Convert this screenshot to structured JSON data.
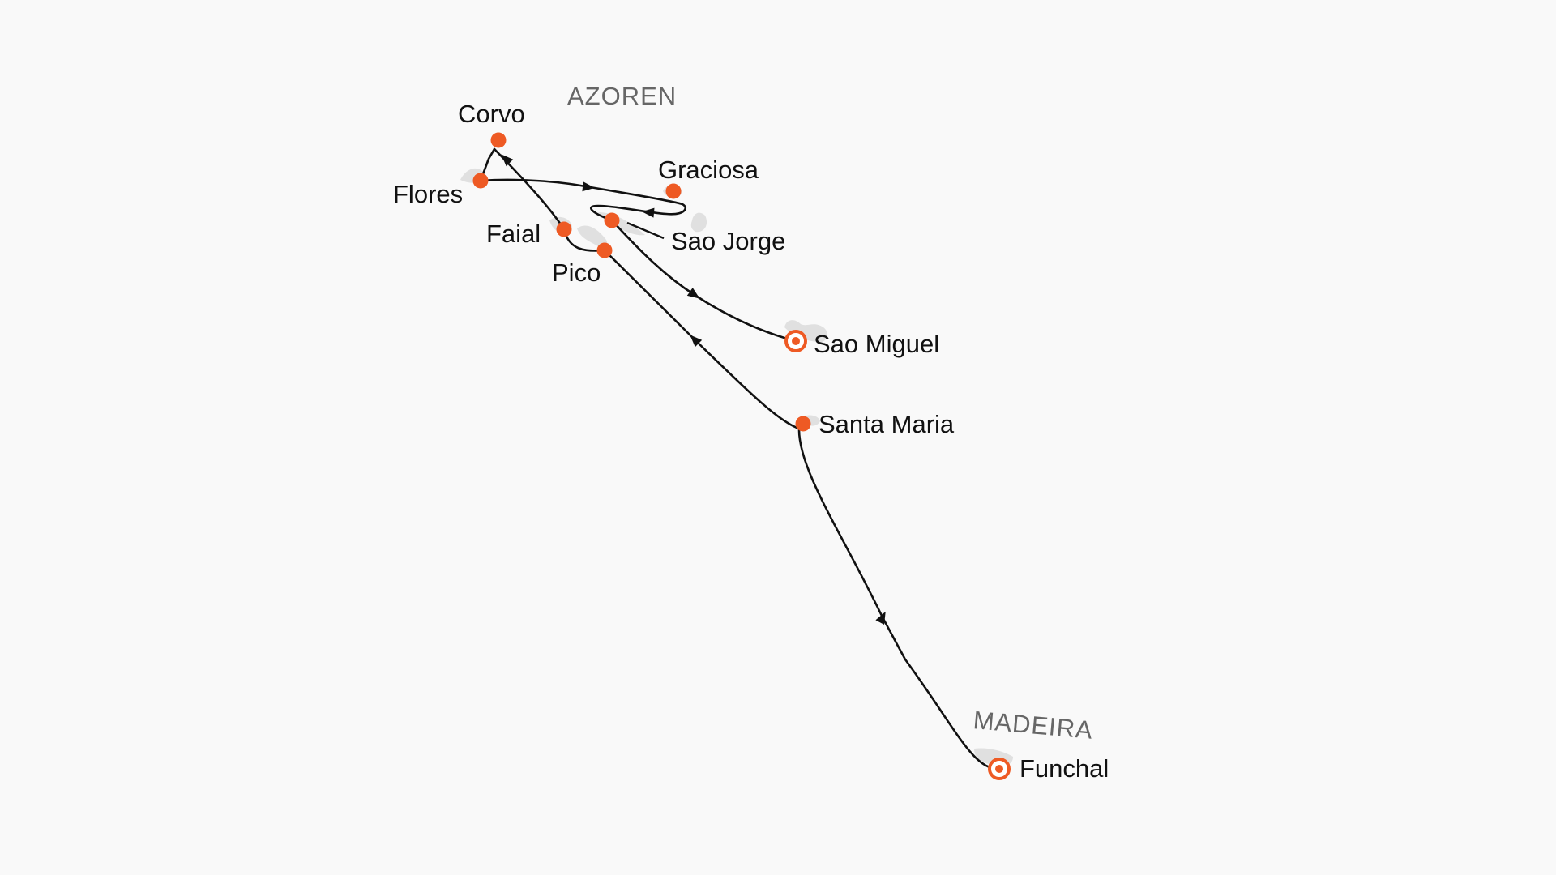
{
  "map": {
    "regions": [
      {
        "id": "azoren",
        "name": "AZOREN"
      },
      {
        "id": "madeira",
        "name": "MADEIRA"
      }
    ],
    "ports": [
      {
        "id": "corvo",
        "name": "Corvo",
        "type": "stop"
      },
      {
        "id": "flores",
        "name": "Flores",
        "type": "stop"
      },
      {
        "id": "graciosa",
        "name": "Graciosa",
        "type": "stop"
      },
      {
        "id": "sao-jorge",
        "name": "Sao Jorge",
        "type": "stop"
      },
      {
        "id": "faial",
        "name": "Faial",
        "type": "stop"
      },
      {
        "id": "pico",
        "name": "Pico",
        "type": "stop"
      },
      {
        "id": "sao-miguel",
        "name": "Sao Miguel",
        "type": "start-end"
      },
      {
        "id": "santa-maria",
        "name": "Santa Maria",
        "type": "stop"
      },
      {
        "id": "funchal",
        "name": "Funchal",
        "type": "start-end"
      }
    ],
    "colors": {
      "stop": "#ee5a24",
      "route": "#111111",
      "land": "#e0e0e0",
      "background": "#f9f9f9"
    }
  }
}
